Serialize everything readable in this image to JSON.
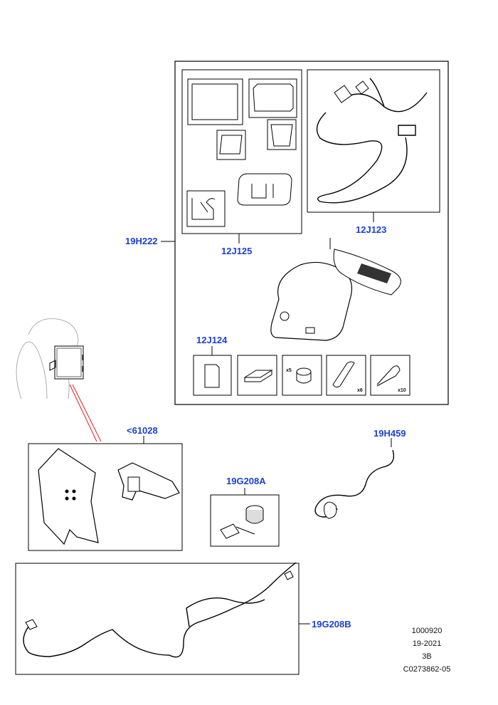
{
  "callouts": {
    "main_kit": "19H222",
    "mount_kit": "12J125",
    "harness_kit": "12J123",
    "accessory_kit": "12J124",
    "bracket": "<61028",
    "lead_short": "19H459",
    "clip_kit": "19G208A",
    "lead_long": "19G208B"
  },
  "quantities": {
    "grommet": "x5",
    "sleeve": "x6",
    "strap": "x10"
  },
  "footer": {
    "line1": "1000920",
    "line2": "19-2021",
    "line3": "3B",
    "line4": "C0273862-05"
  },
  "colors": {
    "callout": "#1b3fd6",
    "leader_red": "#e02020",
    "line": "#000000"
  }
}
